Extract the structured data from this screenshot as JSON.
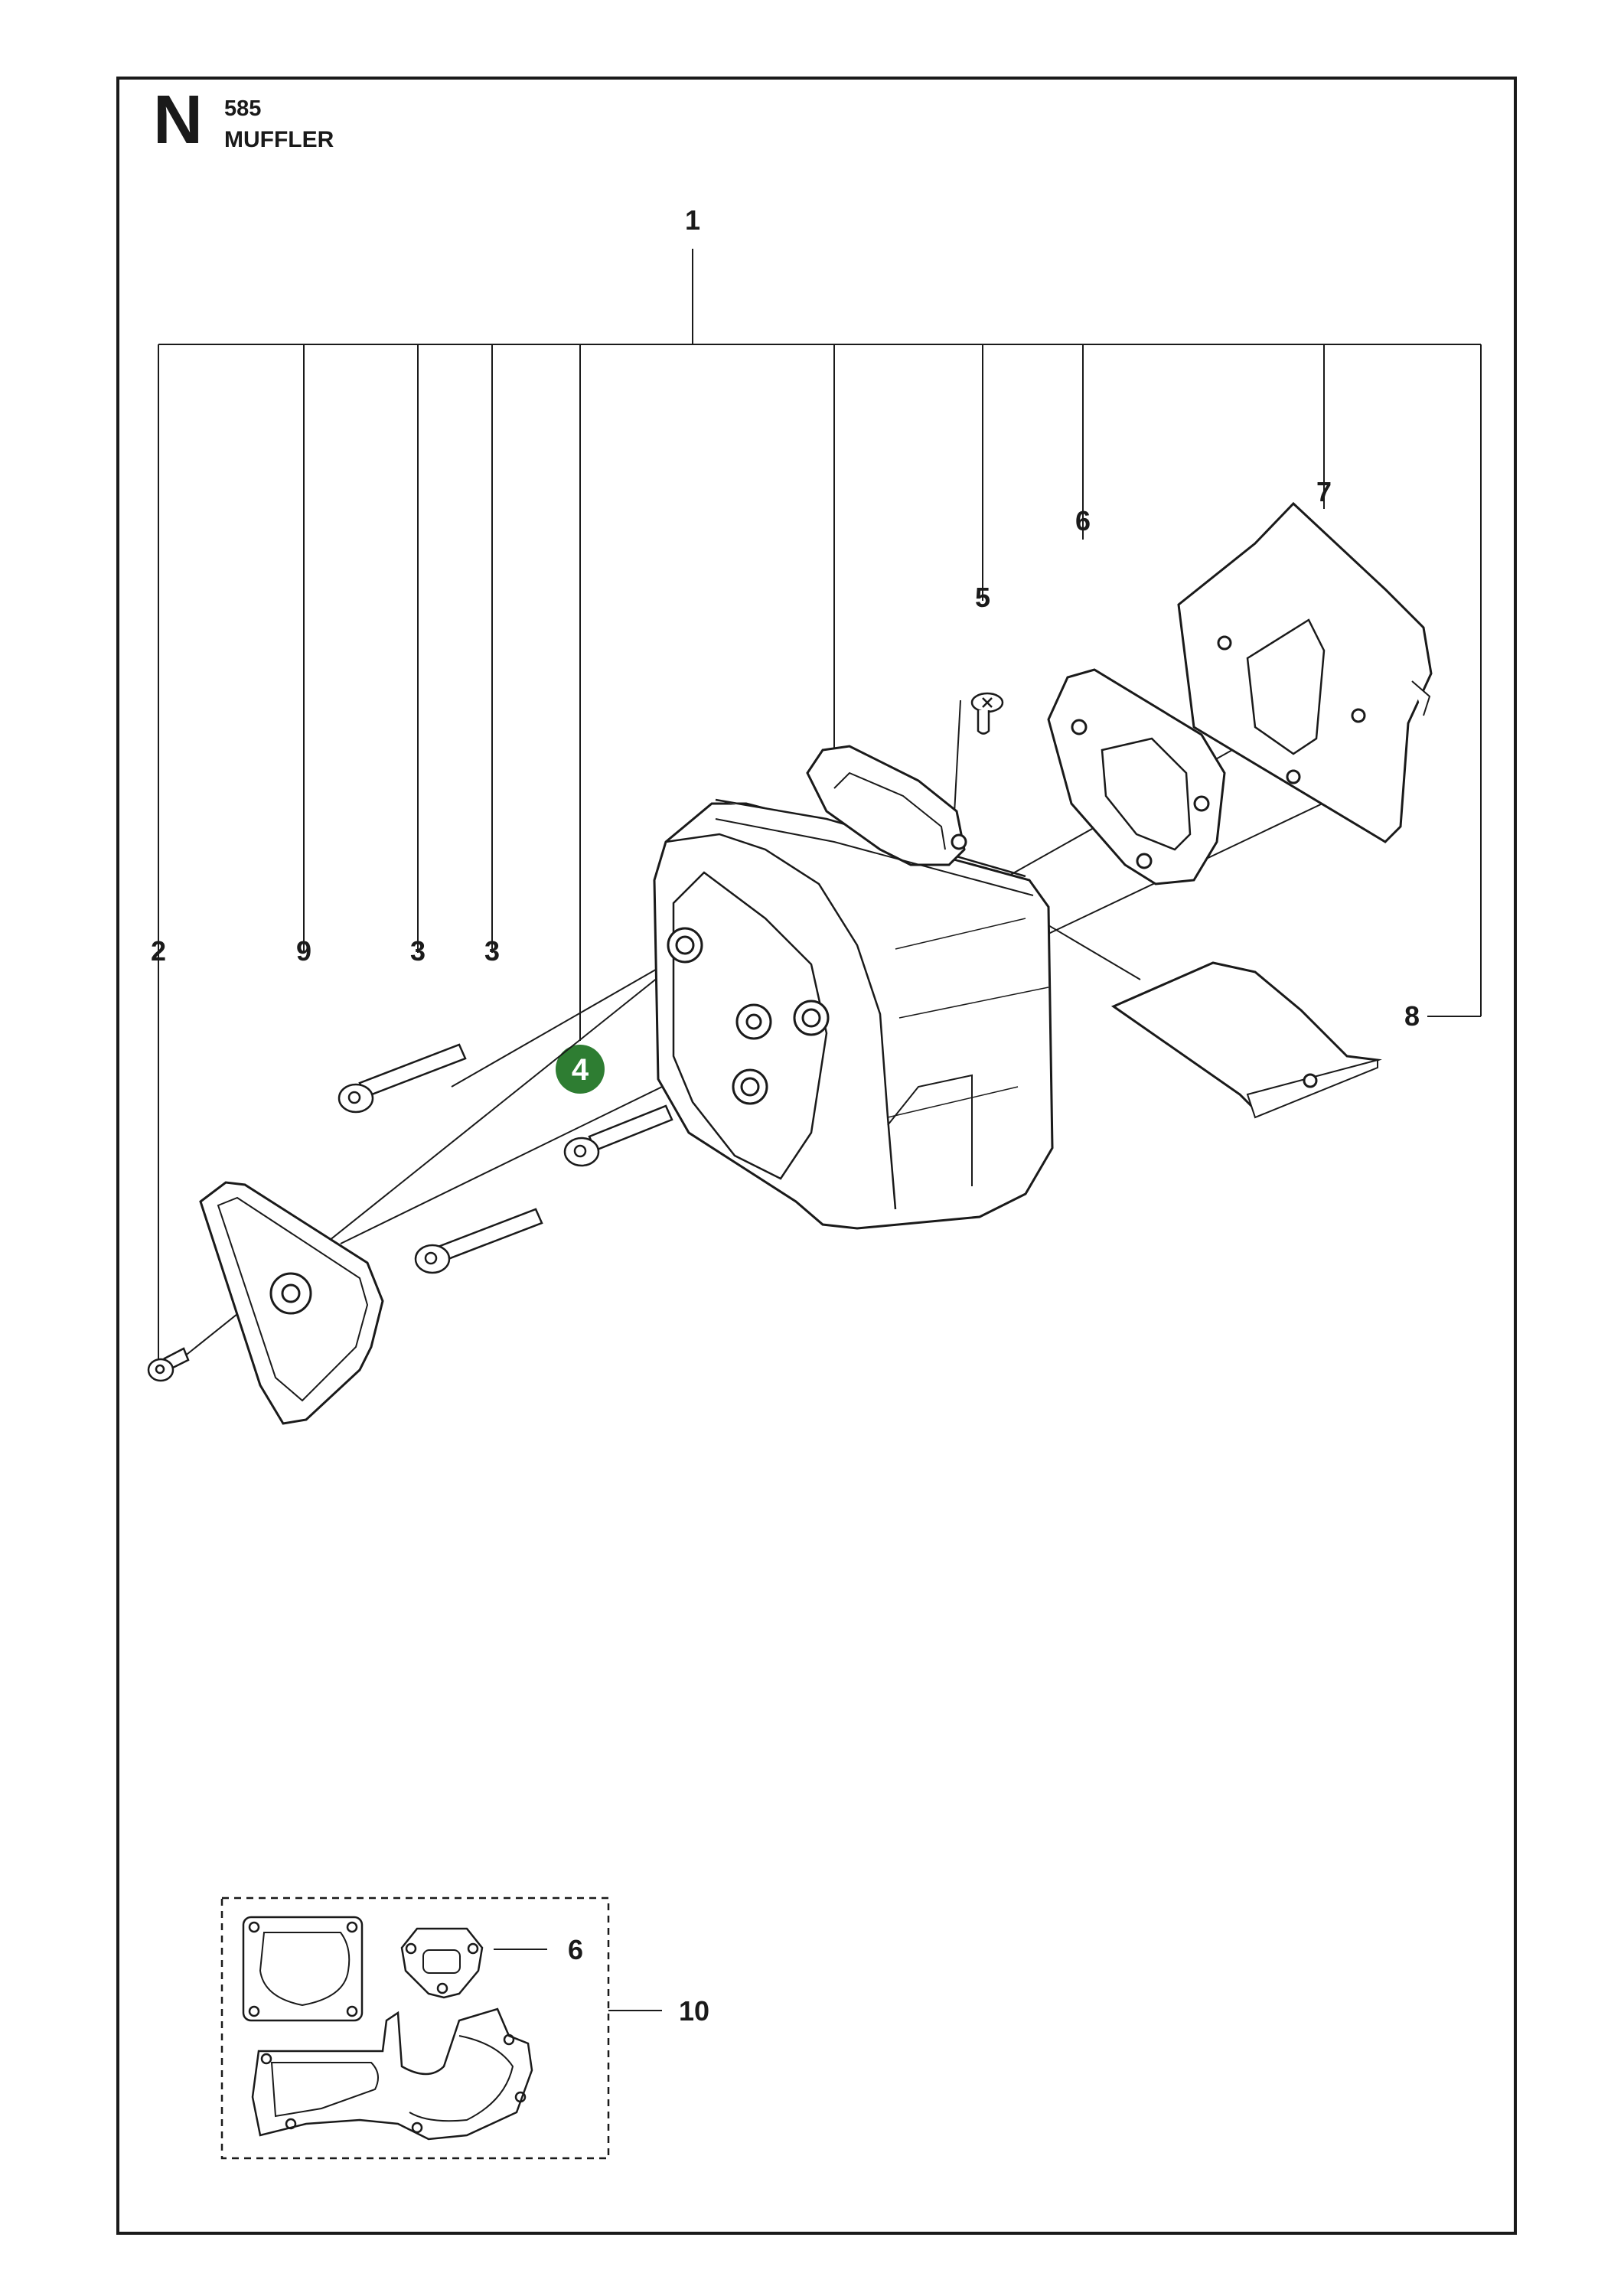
{
  "header": {
    "section_letter": "N",
    "model": "585",
    "title": "MUFFLER"
  },
  "callouts": {
    "c1": "1",
    "c2": "2",
    "c3a": "3",
    "c3b": "3",
    "c4": "4",
    "c5": "5",
    "c6": "6",
    "c7": "7",
    "c8": "8",
    "c9": "9",
    "c6_kit": "6",
    "c10": "10"
  },
  "colors": {
    "highlight_badge": "#2e7d32",
    "line": "#1a1a1a"
  }
}
